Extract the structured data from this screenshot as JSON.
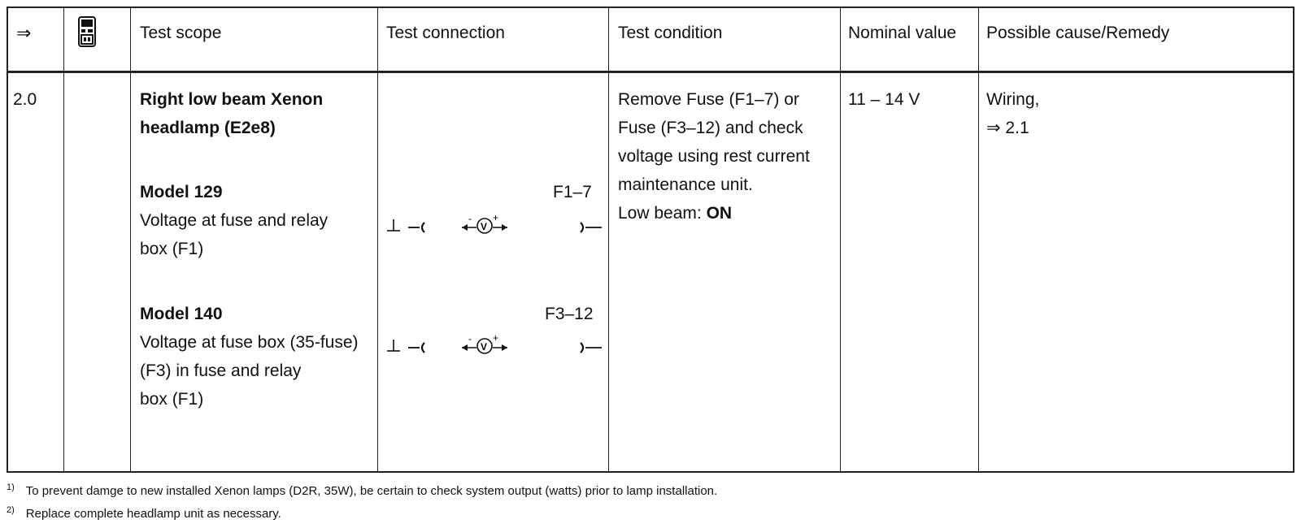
{
  "header": {
    "arrow": "⇒",
    "col_scope": "Test scope",
    "col_connection": "Test connection",
    "col_condition": "Test condition",
    "col_nominal": "Nominal value",
    "col_cause": "Possible cause/Remedy"
  },
  "row": {
    "number": "2.0",
    "title_line1": "Right low beam Xenon",
    "title_line2": "headlamp (E2e8)",
    "model1_title": "Model 129",
    "model1_line1": "Voltage at fuse and relay",
    "model1_line2": "box (F1)",
    "model2_title": "Model 140",
    "model2_line1": "Voltage at fuse box (35-fuse)",
    "model2_line2": "(F3) in fuse and relay",
    "model2_line3": "box (F1)",
    "conn1_label": "F1–7",
    "conn2_label": "F3–12",
    "condition_line1": "Remove Fuse (F1–7) or",
    "condition_line2": "Fuse (F3–12) and check",
    "condition_line3": "voltage using rest current",
    "condition_line4": "maintenance unit.",
    "condition_line5_prefix": "Low beam: ",
    "condition_line5_value": "ON",
    "nominal": "11 – 14 V",
    "cause_line1": "Wiring,",
    "cause_line2": "⇒ 2.1"
  },
  "footnotes": [
    {
      "mark": "1)",
      "text": "To prevent damge to new installed Xenon lamps (D2R, 35W), be certain to check system output (watts) prior to lamp installation."
    },
    {
      "mark": "2)",
      "text": "Replace complete headlamp unit as necessary."
    }
  ]
}
